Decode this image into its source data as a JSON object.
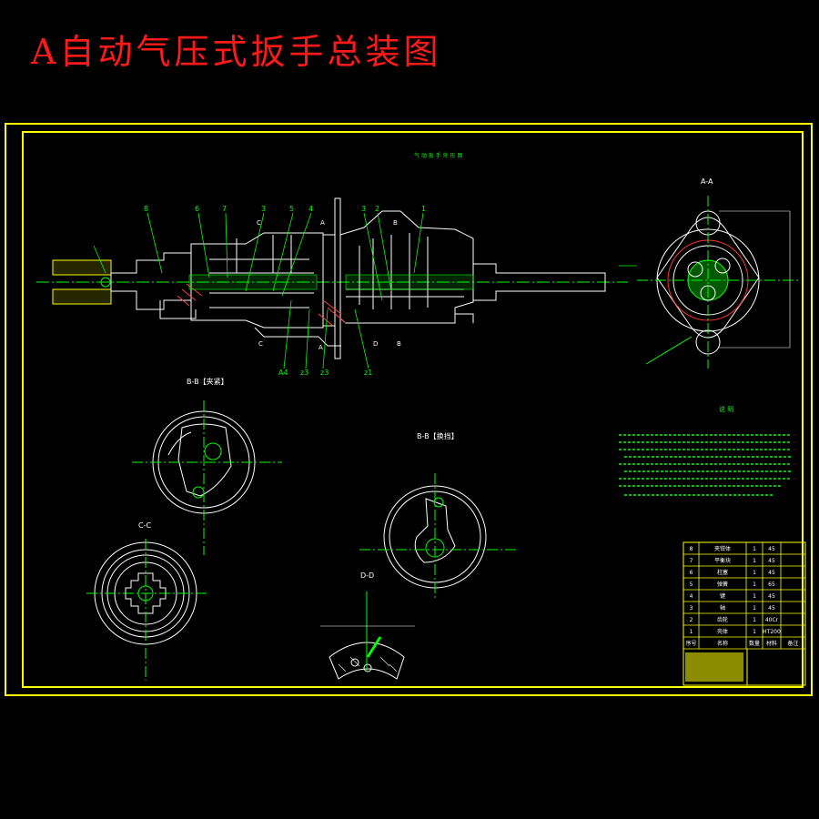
{
  "title": "A自动气压式扳手总装图",
  "drawing": {
    "view_caption": "气 动 扳 手 外 形 图",
    "section_aa": "A-A",
    "section_bb_1": "B-B【夹紧】",
    "section_bb_2": "B-B【换挡】",
    "section_cc": "C-C",
    "section_dd": "D-D",
    "notes_title": "说 明",
    "callouts": [
      "8",
      "6",
      "7",
      "3",
      "5",
      "4",
      "3",
      "2",
      "1"
    ],
    "bottom_callouts": [
      "A4",
      "z3",
      "z3",
      "z1"
    ],
    "section_marks": [
      "C",
      "A",
      "B",
      "C",
      "A",
      "D",
      "B"
    ]
  },
  "bom": {
    "rows": [
      [
        "8",
        "夹钳体",
        "1",
        "45"
      ],
      [
        "7",
        "平衡块",
        "1",
        "45"
      ],
      [
        "6",
        "柱塞",
        "1",
        "45"
      ],
      [
        "5",
        "弹簧",
        "1",
        "65"
      ],
      [
        "4",
        "键",
        "1",
        "45"
      ],
      [
        "3",
        "轴",
        "1",
        "45"
      ],
      [
        "2",
        "齿轮",
        "1",
        "40Cr"
      ],
      [
        "1",
        "壳体",
        "1",
        "HT200"
      ]
    ],
    "header": [
      "序号",
      "名称",
      "数量",
      "材料",
      "备注"
    ]
  },
  "colors": {
    "frame": "#ffff00",
    "line": "#ffffff",
    "annotation": "#00ff00",
    "red": "#ff1a1a",
    "hatch": "#ff4040"
  }
}
